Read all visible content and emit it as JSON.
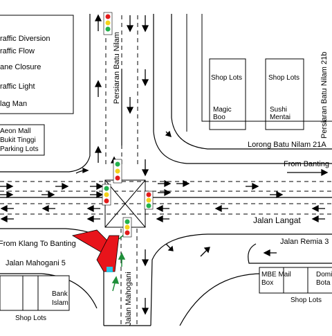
{
  "legend": {
    "items": [
      {
        "label": "Traffic Diversion",
        "visible_text": "raffic Diversion"
      },
      {
        "label": "Traffic Flow",
        "visible_text": "raffic Flow"
      },
      {
        "label": "Lane Closure",
        "visible_text": "ane Closure"
      },
      {
        "label": "Traffic Light",
        "visible_text": "raffic Light"
      },
      {
        "label": "Flag Man",
        "visible_text": "lag Man"
      }
    ]
  },
  "parking": {
    "line1": "Aeon Mall",
    "line2": "Bukit Tinggi",
    "line3": "Parking Lots"
  },
  "roads": {
    "persiaran_batu_nilam": "Persiaran Batu Nilam",
    "persiaran_batu_nilam_21b": "Persiaran Batu Nilam 21b",
    "lorong_batu_nilam_21a": "Lorong Batu Nilam 21A",
    "jalan_langat": "Jalan Langat",
    "jalan_remia": "Jalan Remia 3",
    "jalan_mahogani_5": "Jalan Mahogani 5",
    "jalan_mahogani": "Jalan Mahogani",
    "from_banting": "From Banting",
    "from_klang": "From Klang To Banting"
  },
  "buildings": {
    "shop_lots_a": "Shop Lots",
    "shop_lots_b": "Shop Lots",
    "magic_boo": [
      "Magic",
      "Boo"
    ],
    "sushi_mentai": [
      "Sushi",
      "Mentai"
    ],
    "bank_islam": [
      "Bank",
      "Islam"
    ],
    "shop_lots_sw": "Shop Lots",
    "mbe_mail_box": [
      "MBE Mail",
      "Box"
    ],
    "domino": [
      "Domi",
      "Bota"
    ],
    "shop_lots_se": "Shop Lots"
  },
  "colors": {
    "diversion": "#e8141b",
    "light_red": "#e21b1b",
    "light_amber": "#f4d21a",
    "light_green": "#22b14c",
    "flow_green": "#1f8f3a",
    "flag_cyan": "#27c6e6"
  }
}
